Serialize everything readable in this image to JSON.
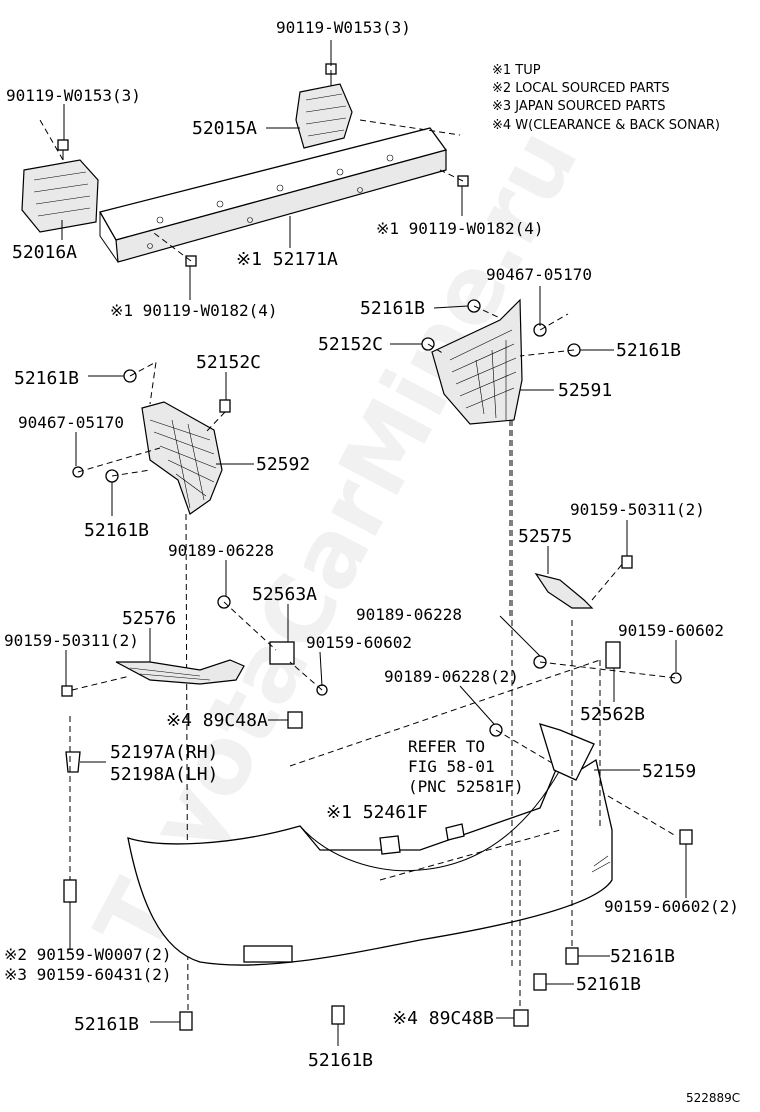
{
  "notes": [
    "※1 TUP",
    "※2 LOCAL SOURCED PARTS",
    "※3 JAPAN SOURCED PARTS",
    "※4  W(CLEARANCE & BACK SONAR)"
  ],
  "labels": {
    "l01": "90119-W0153(3)",
    "l02": "90119-W0153(3)",
    "l03": "52015A",
    "l04": "52016A",
    "l05": "※1 52171A",
    "l06": "※1 90119-W0182(4)",
    "l07": "※1 90119-W0182(4)",
    "l08": "90467-05170",
    "l09": "52161B",
    "l10": "52152C",
    "l11": "52161B",
    "l12": "52591",
    "l13": "52152C",
    "l14": "52161B",
    "l15": "90467-05170",
    "l16": "52592",
    "l17": "52161B",
    "l18": "90189-06228",
    "l19": "52563A",
    "l20": "90159-50311(2)",
    "l21": "52575",
    "l22": "52576",
    "l23": "90159-50311(2)",
    "l24": "90159-60602",
    "l25": "90189-06228",
    "l26": "90159-60602",
    "l27": "90189-06228(2)",
    "l28": "52562B",
    "l29": "※4 89C48A",
    "l30": "52197A(RH)",
    "l31": "52198A(LH)",
    "l32": "REFER TO",
    "l33": "FIG 58-01",
    "l34": "(PNC 52581F)",
    "l35": "52159",
    "l36": "※1 52461F",
    "l37": "90159-60602(2)",
    "l38": "※2 90159-W0007(2)",
    "l39": "※3 90159-60431(2)",
    "l40": "52161B",
    "l41": "52161B",
    "l42": "52161B",
    "l43": "※4 89C48B",
    "l44": "52161B"
  },
  "figure_id": "522889C",
  "watermark": "ToyotaCarMine.ru"
}
